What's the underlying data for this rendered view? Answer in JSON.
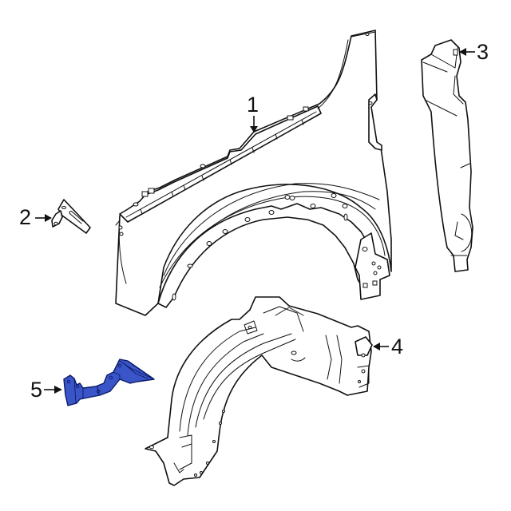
{
  "diagram": {
    "type": "exploded-parts-diagram",
    "subject": "Front fender assembly",
    "highlight_color": "#3a55c8",
    "line_color": "#111111",
    "background": "#ffffff",
    "callouts": [
      {
        "number": "1",
        "part": "fender",
        "arrow": "down"
      },
      {
        "number": "2",
        "part": "fender-bracket",
        "arrow": "right"
      },
      {
        "number": "3",
        "part": "fender-insulator",
        "arrow": "left"
      },
      {
        "number": "4",
        "part": "fender-liner",
        "arrow": "left"
      },
      {
        "number": "5",
        "part": "liner-bracket",
        "arrow": "right",
        "highlighted": true
      }
    ]
  }
}
